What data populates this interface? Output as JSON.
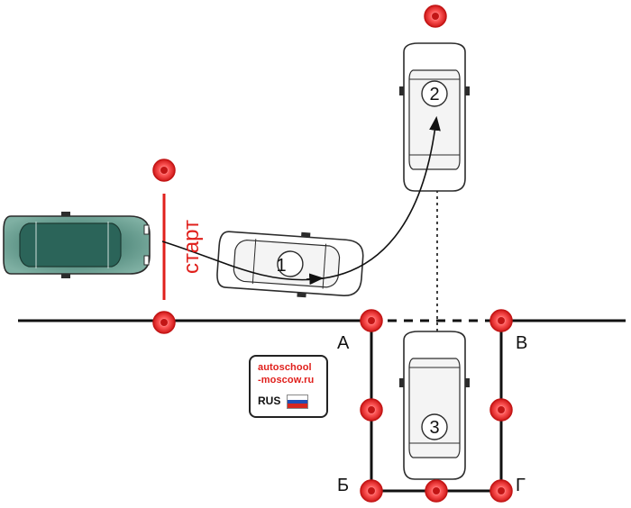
{
  "labels": {
    "start": "старт",
    "corner_a": "А",
    "corner_b": "Б",
    "corner_v": "В",
    "corner_g": "Г"
  },
  "positions": {
    "p1": "1",
    "p2": "2",
    "p3": "3"
  },
  "watermark": {
    "line1": "autoschool",
    "line2": "-moscow.ru",
    "country": "RUS"
  },
  "colors": {
    "accent": "#e0201c",
    "line": "#111111",
    "car_start_fill": "#3e7a6c",
    "flag_white": "#ffffff",
    "flag_blue": "#1f4fb5",
    "flag_red": "#d5261f"
  }
}
